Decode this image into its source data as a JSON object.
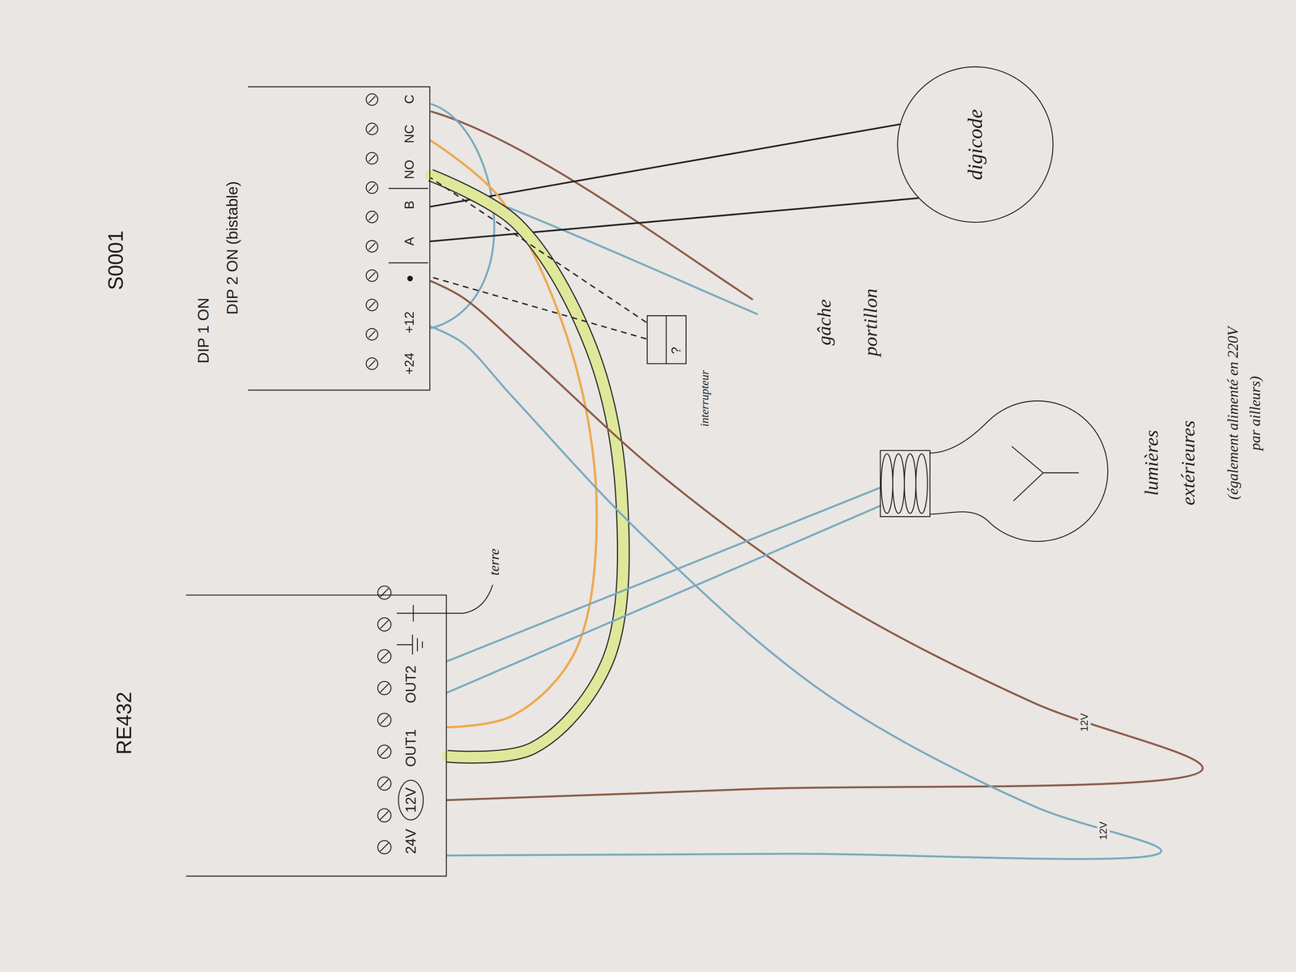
{
  "diagram": {
    "nodes": [
      {
        "text": [
          "RE432",
          "24V",
          "12V",
          "OUT1",
          "OUT2"
        ]
      },
      {
        "text": [
          "S0001",
          "DIP 1 ON",
          "DIP 2 ON (bistable)",
          "+24",
          "+12",
          "●",
          "A",
          "B",
          "NO",
          "NC",
          "C"
        ]
      },
      {
        "text": [
          "digicode"
        ]
      },
      {
        "text": [
          "?",
          "interrupteur"
        ]
      },
      {
        "text": [
          "lumières extérieures",
          "(également alimenté en 220V par ailleurs)"
        ]
      }
    ],
    "edges": [
      {
        "from": 1,
        "to": 2,
        "arrow": "none"
      },
      {
        "from": 1,
        "to": 2,
        "arrow": "none"
      },
      {
        "from": 0,
        "to": 1,
        "arrow": "none"
      },
      {
        "from": 0,
        "to": 1,
        "arrow": "none"
      },
      {
        "from": 0,
        "to": 1,
        "arrow": "none",
        "label": "12V"
      },
      {
        "from": 0,
        "to": 1,
        "arrow": "none",
        "label": "12V"
      },
      {
        "from": 3,
        "to": 1,
        "arrow": "none"
      },
      {
        "from": 3,
        "to": 1,
        "arrow": "none"
      },
      {
        "from": 0,
        "to": 4,
        "arrow": "none"
      },
      {
        "from": 0,
        "to": 4,
        "arrow": "none"
      }
    ],
    "labels": [
      "terre",
      "gâche portillon"
    ]
  }
}
